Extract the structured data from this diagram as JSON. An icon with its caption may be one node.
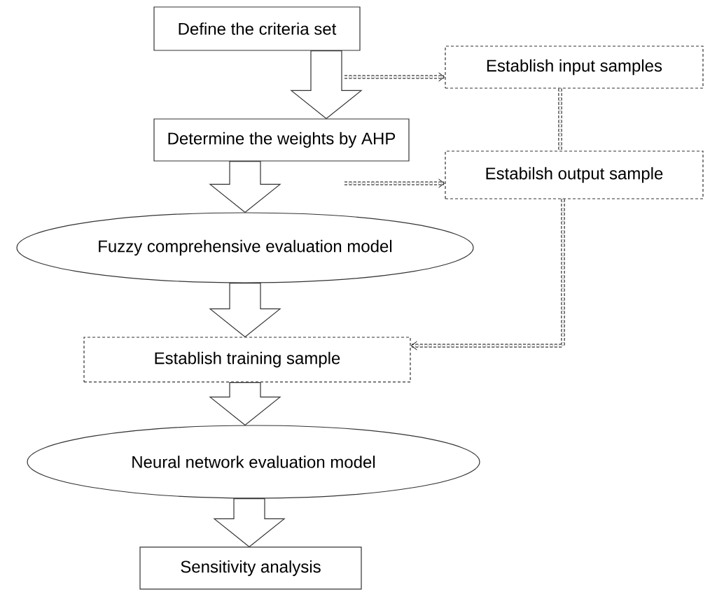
{
  "diagram": {
    "nodes": [
      {
        "text": [
          "Define the criteria set"
        ]
      },
      {
        "text": [
          "Establish input samples"
        ]
      },
      {
        "text": [
          "Determine the weights by AHP"
        ]
      },
      {
        "text": [
          "Estabilsh output sample"
        ]
      },
      {
        "text": [
          "Fuzzy comprehensive evaluation model"
        ]
      },
      {
        "text": [
          "Establish training sample"
        ]
      },
      {
        "text": [
          "Neural network evaluation model"
        ]
      },
      {
        "text": [
          "Sensitivity analysis"
        ]
      }
    ],
    "edges": [
      {
        "from": 0,
        "to": 2,
        "arrow": "to"
      },
      {
        "from": 2,
        "to": 4,
        "arrow": "to"
      },
      {
        "from": 4,
        "to": 5,
        "arrow": "to"
      },
      {
        "from": 5,
        "to": 6,
        "arrow": "to"
      },
      {
        "from": 6,
        "to": 7,
        "arrow": "to"
      },
      {
        "from": null,
        "to": 1,
        "arrow": "to",
        "style": "dashed"
      },
      {
        "from": 1,
        "to": 3,
        "arrow": "none",
        "style": "dashed"
      },
      {
        "from": null,
        "to": 3,
        "arrow": "to",
        "style": "dashed"
      },
      {
        "from": 3,
        "to": 5,
        "arrow": "to",
        "style": "dashed"
      }
    ]
  }
}
